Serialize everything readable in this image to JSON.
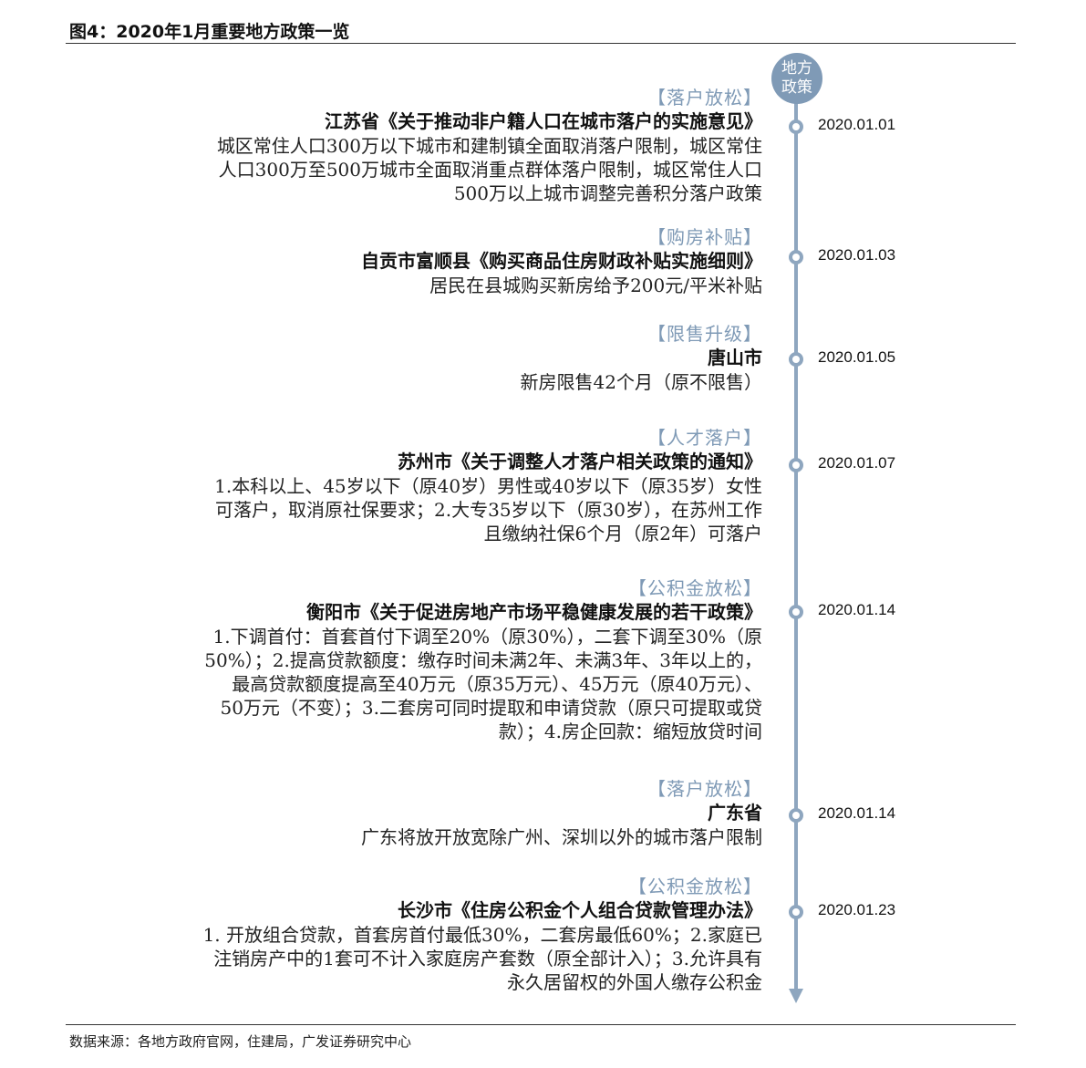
{
  "figure_title": "图4：2020年1月重要地方政策一览",
  "timeline_head": [
    "地方",
    "政策"
  ],
  "entries": [
    {
      "category": "【落户放松】",
      "title": "江苏省《关于推动非户籍人口在城市落户的实施意见》",
      "description": [
        "城区常住人口300万以下城市和建制镇全面取消落户限制，城区常住",
        "人口300万至500万城市全面取消重点群体落户限制，城区常住人口",
        "500万以上城市调整完善积分落户政策"
      ],
      "date": "2020.01.01"
    },
    {
      "category": "【购房补贴】",
      "title": "自贡市富顺县《购买商品住房财政补贴实施细则》",
      "description": [
        "居民在县城购买新房给予200元/平米补贴"
      ],
      "date": "2020.01.03"
    },
    {
      "category": "【限售升级】",
      "title": "唐山市",
      "description": [
        "新房限售42个月（原不限售）"
      ],
      "date": "2020.01.05"
    },
    {
      "category": "【人才落户】",
      "title": "苏州市《关于调整人才落户相关政策的通知》",
      "description": [
        "1.本科以上、45岁以下（原40岁）男性或40岁以下（原35岁）女性",
        "可落户，取消原社保要求；2.大专35岁以下（原30岁），在苏州工作",
        "且缴纳社保6个月（原2年）可落户"
      ],
      "date": "2020.01.07"
    },
    {
      "category": "【公积金放松】",
      "title": "衡阳市《关于促进房地产市场平稳健康发展的若干政策》",
      "description": [
        "1.下调首付：首套首付下调至20%（原30%），二套下调至30%（原",
        "50%）；2.提高贷款额度：缴存时间未满2年、未满3年、3年以上的，",
        "最高贷款额度提高至40万元（原35万元）、45万元（原40万元）、",
        "50万元（不变）；3.二套房可同时提取和申请贷款（原只可提取或贷",
        "款）；4.房企回款：缩短放贷时间"
      ],
      "date": "2020.01.14"
    },
    {
      "category": "【落户放松】",
      "title": "广东省",
      "description": [
        "广东将放开放宽除广州、深圳以外的城市落户限制"
      ],
      "date": "2020.01.14"
    },
    {
      "category": "【公积金放松】",
      "title": "长沙市《住房公积金个人组合贷款管理办法》",
      "description": [
        "1. 开放组合贷款，首套房首付最低30%，二套房最低60%；2.家庭已",
        "注销房产中的1套可不计入家庭房产套数（原全部计入）；3.允许具有",
        "永久居留权的外国人缴存公积金"
      ],
      "date": "2020.01.23"
    }
  ],
  "source": "数据来源：各地方政府官网，住建局，广发证券研究中心"
}
